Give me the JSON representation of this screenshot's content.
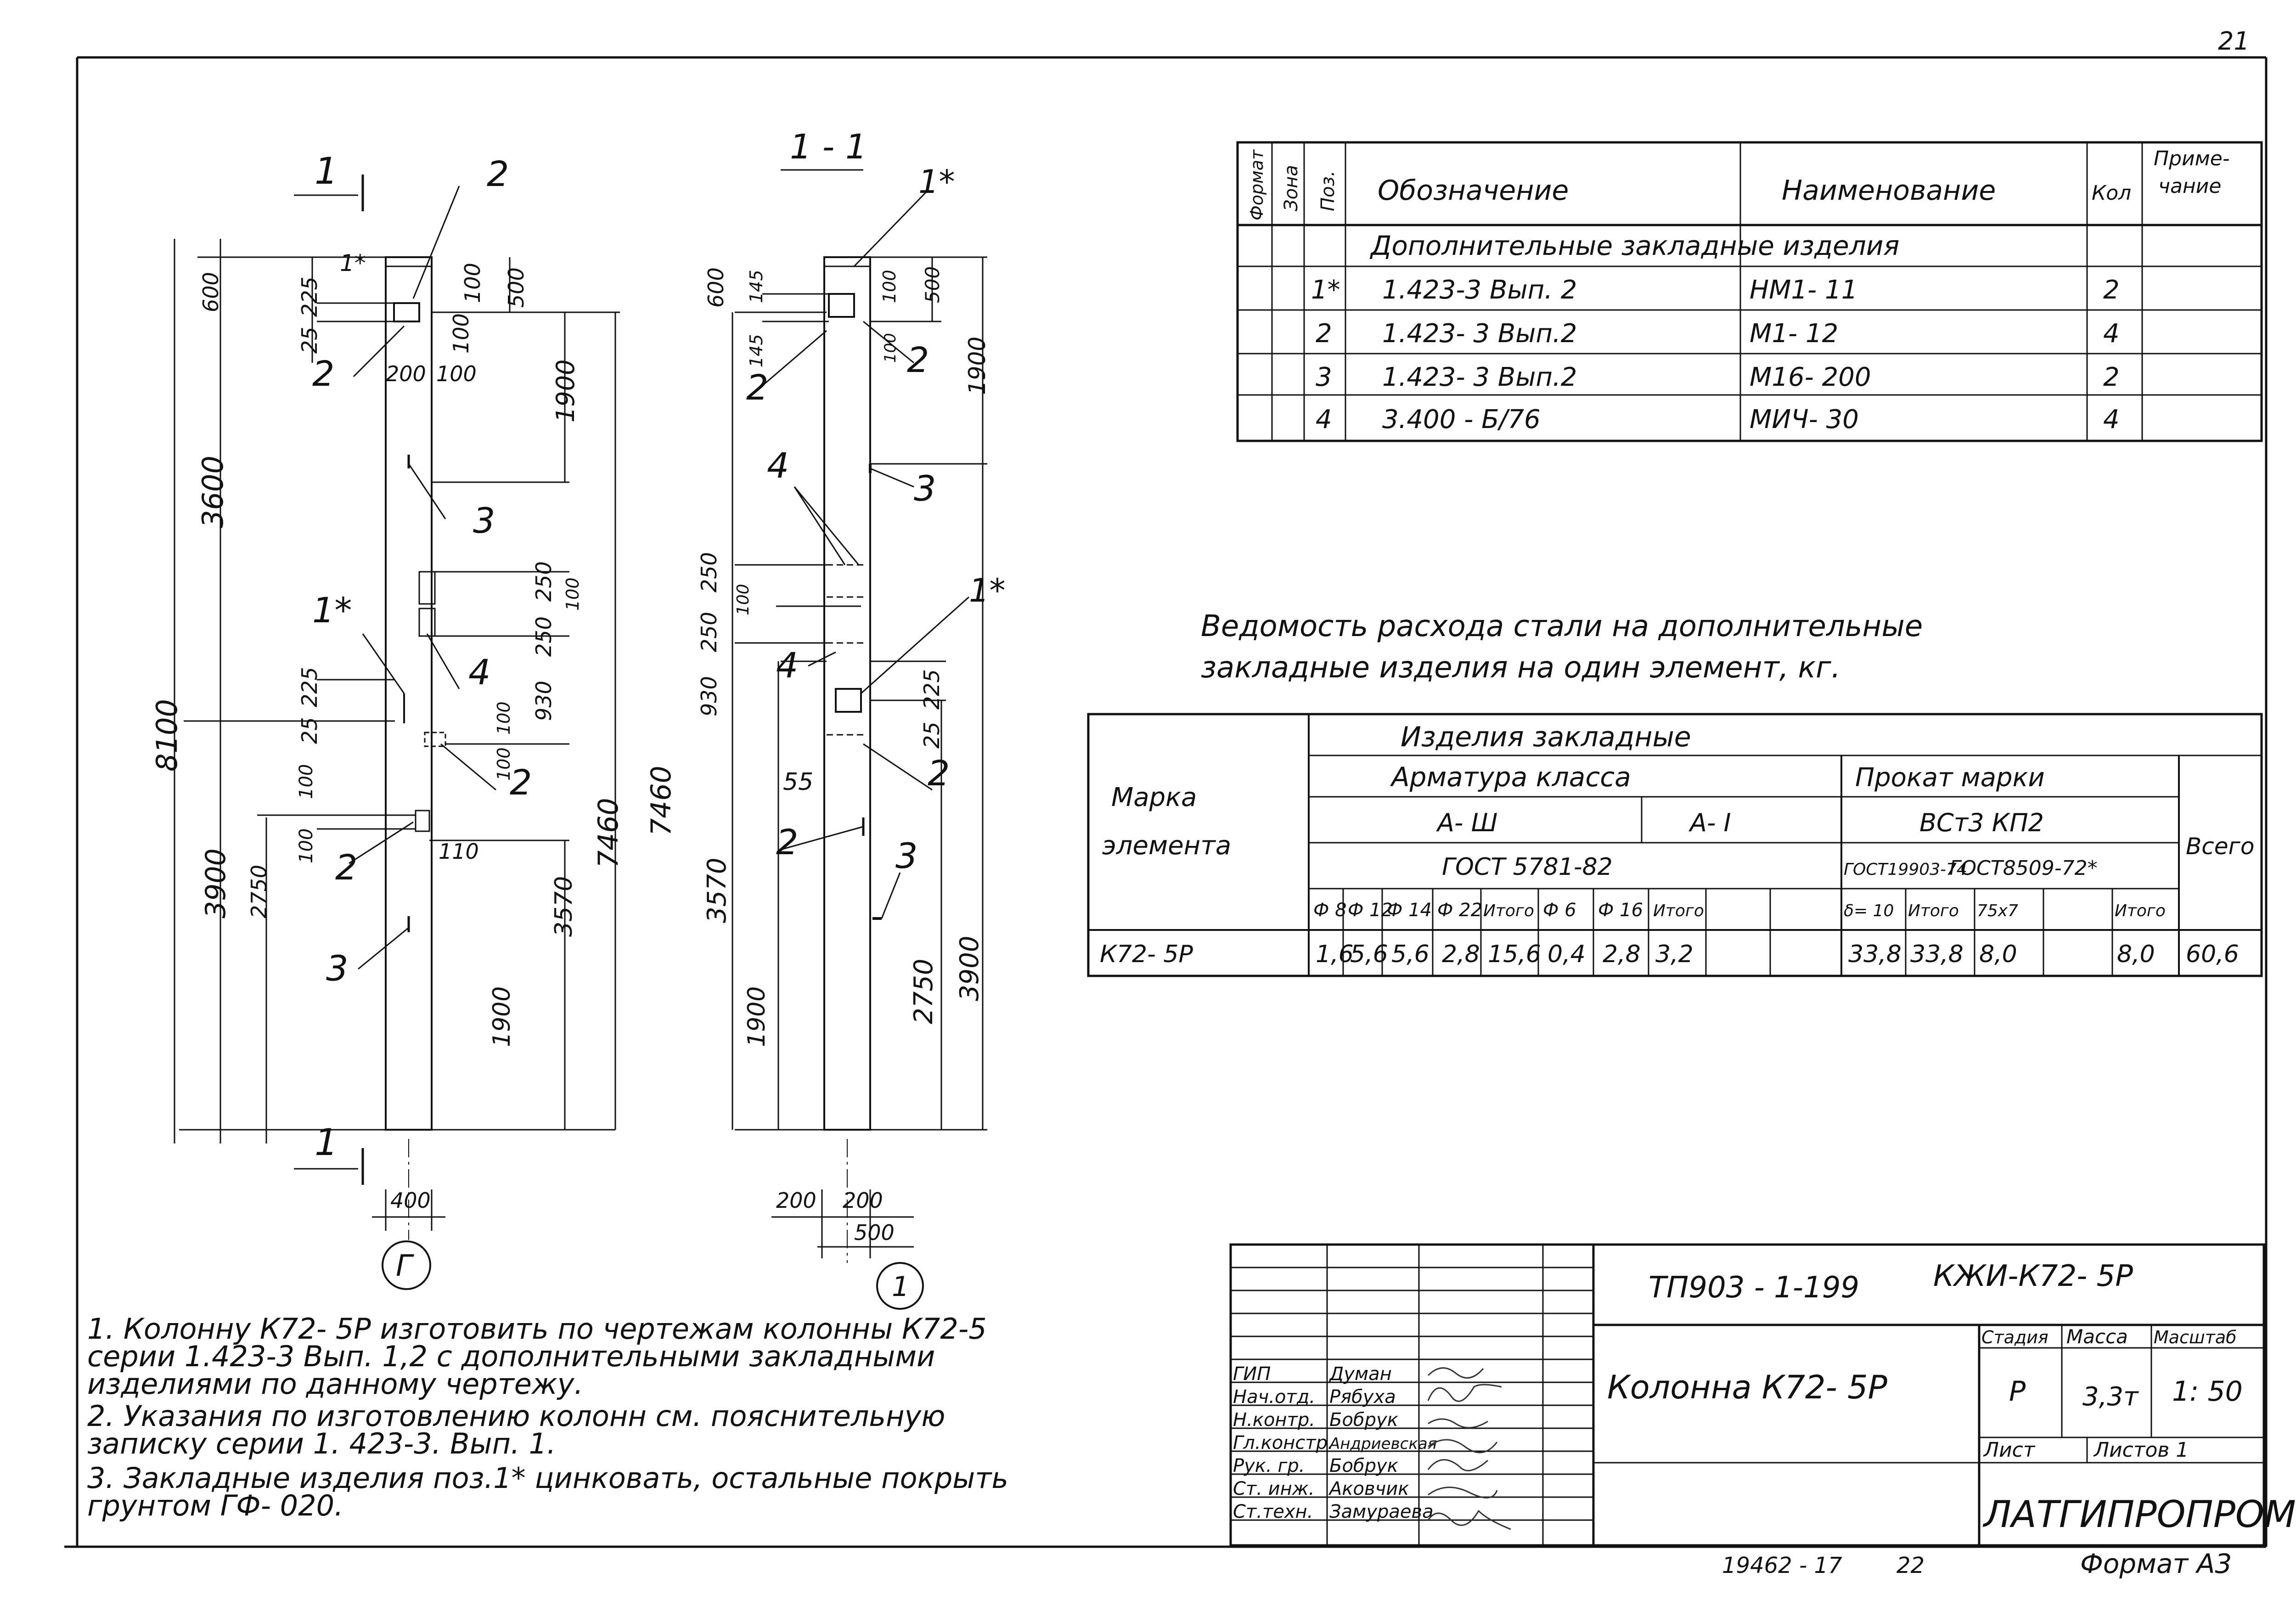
{
  "page_number": "21",
  "section_label": "1 - 1",
  "axis_left": "Г",
  "axis_right": "1",
  "spec_table": {
    "headers": [
      "Формат",
      "Зона",
      "Поз.",
      "Обозначение",
      "Наименование",
      "Кол",
      "Приме-",
      "чание"
    ],
    "group_title": "Дополнительные  закладные  изделия",
    "rows": [
      {
        "pos": "1*",
        "designation": "1.423-3    Вып. 2",
        "name": "НМ1- 11",
        "qty": "2"
      },
      {
        "pos": "2",
        "designation": "1.423- 3    Вып.2",
        "name": "М1- 12",
        "qty": "4"
      },
      {
        "pos": "3",
        "designation": "1.423- 3    Вып.2",
        "name": "М16- 200",
        "qty": "2"
      },
      {
        "pos": "4",
        "designation": "3.400 - Б/76",
        "name": "МИЧ- 30",
        "qty": "4"
      }
    ]
  },
  "steel_title": {
    "line1": "Ведомость  расхода стали на дополнительные",
    "line2": "закладные   изделия  на  один  элемент,  кг."
  },
  "steel_table": {
    "mark_l1": "Марка",
    "mark_l2": "элемента",
    "items": "Изделия  закладные",
    "rebar": "Арматура  класса",
    "rolled": "Прокат  марки",
    "a3": "А- Ш",
    "a1": "А- I",
    "grade": "ВСт3 КП2",
    "total_all": "Всего",
    "gost_rebar": "ГОСТ 5781-82",
    "gost_a": "ГОСТ19903-74",
    "gost_b": "ГОСТ8509-72*",
    "subheads": [
      "Ф 8",
      "Ф 12",
      "Ф 14",
      "Ф 22",
      "Итого",
      "Ф 6",
      "Ф 16",
      "Итого",
      "δ= 10",
      "Итого",
      "75х7",
      "",
      "Итого"
    ],
    "row": {
      "mark": "К72- 5Р",
      "values": [
        "1,6",
        "5,6",
        "5,6",
        "2,8",
        "15,6",
        "0,4",
        "2,8",
        "3,2",
        "33,8",
        "33,8",
        "8,0",
        "",
        "8,0"
      ],
      "total": "60,6"
    }
  },
  "notes": [
    "1. Колонну К72- 5Р изготовить по чертежам колонны К72-5",
    "   серии 1.423-3  Вып. 1,2  с дополнительными   закладными",
    "   изделиями по данному  чертежу.",
    "2. Указания  по изготовлению  колонн  см. пояснительную",
    "   записку  серии  1. 423-3.  Вып. 1.",
    "3. Закладные изделия  поз.1* цинковать,  остальные  покрыть",
    "   грунтом ГФ- 020."
  ],
  "title_block": {
    "code": "ТП903 - 1-199",
    "sheet_code": "КЖИ-К72- 5Р",
    "title": "Колонна  К72- 5Р",
    "stage_label": "Стадия",
    "mass_label": "Масса",
    "scale_label": "Масштаб",
    "stage": "Р",
    "mass": "3,3т",
    "scale": "1: 50",
    "sheet_label": "Лист",
    "sheets_label": "Листов 1",
    "org": "ЛАТГИПРОПРОМ",
    "roles": [
      "ГИП",
      "Нач.отд.",
      "Н.контр.",
      "Гл.констр.",
      "Рук. гр.",
      "Ст. инж.",
      "Ст.техн."
    ],
    "people": [
      "Думан",
      "Рябуха",
      "Бобрук",
      "Андриевская",
      "Бобрук",
      "Аковчик",
      "Замураева"
    ]
  },
  "footer": {
    "inv": "19462 - 17",
    "num": "22",
    "format": "Формат А3"
  },
  "dims": {
    "l600": "600",
    "l225": "225",
    "l25": "25",
    "l200": "200",
    "l100": "100",
    "l500": "500",
    "l1900": "1900",
    "l3600": "3600",
    "l250": "250",
    "l930": "930",
    "l8100": "8100",
    "l7460": "7460",
    "l3900": "3900",
    "l2750": "2750",
    "l3570": "3570",
    "l110": "110",
    "l400": "400",
    "r145": "145",
    "r55": "55"
  },
  "callouts": {
    "c1": "1",
    "c2": "2",
    "c3": "3",
    "c4": "4",
    "c1s": "1*"
  }
}
